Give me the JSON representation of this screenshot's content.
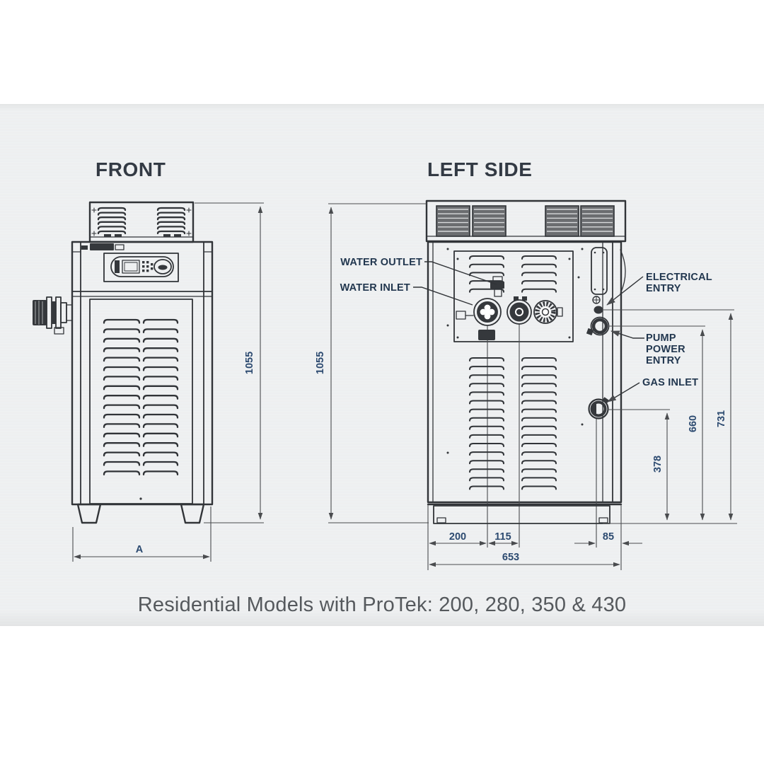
{
  "titles": {
    "front": "FRONT",
    "left_side": "LEFT SIDE"
  },
  "caption": "Residential Models with ProTek: 200, 280, 350 & 430",
  "callouts": {
    "water_outlet": "WATER OUTLET",
    "water_inlet": "WATER INLET",
    "electrical_entry": [
      "ELECTRICAL",
      "ENTRY"
    ],
    "pump_power_entry": [
      "PUMP",
      "POWER",
      "ENTRY"
    ],
    "gas_inlet": "GAS INLET"
  },
  "dimensions": {
    "front_height": "1055",
    "side_height": "1055",
    "front_width": "A",
    "electrical_entry_height": "731",
    "pump_power_height": "660",
    "gas_inlet_height": "378",
    "water_inlet_offset": "200",
    "water_ports_spacing": "115",
    "gas_inlet_offset": "85",
    "side_width": "653"
  },
  "colors": {
    "drawing_line": "#313438",
    "dimension_label": "#2c4a70",
    "callout_label": "#22374f",
    "title": "#333a44",
    "caption": "#55595d",
    "band_background": "#eff0f1"
  }
}
